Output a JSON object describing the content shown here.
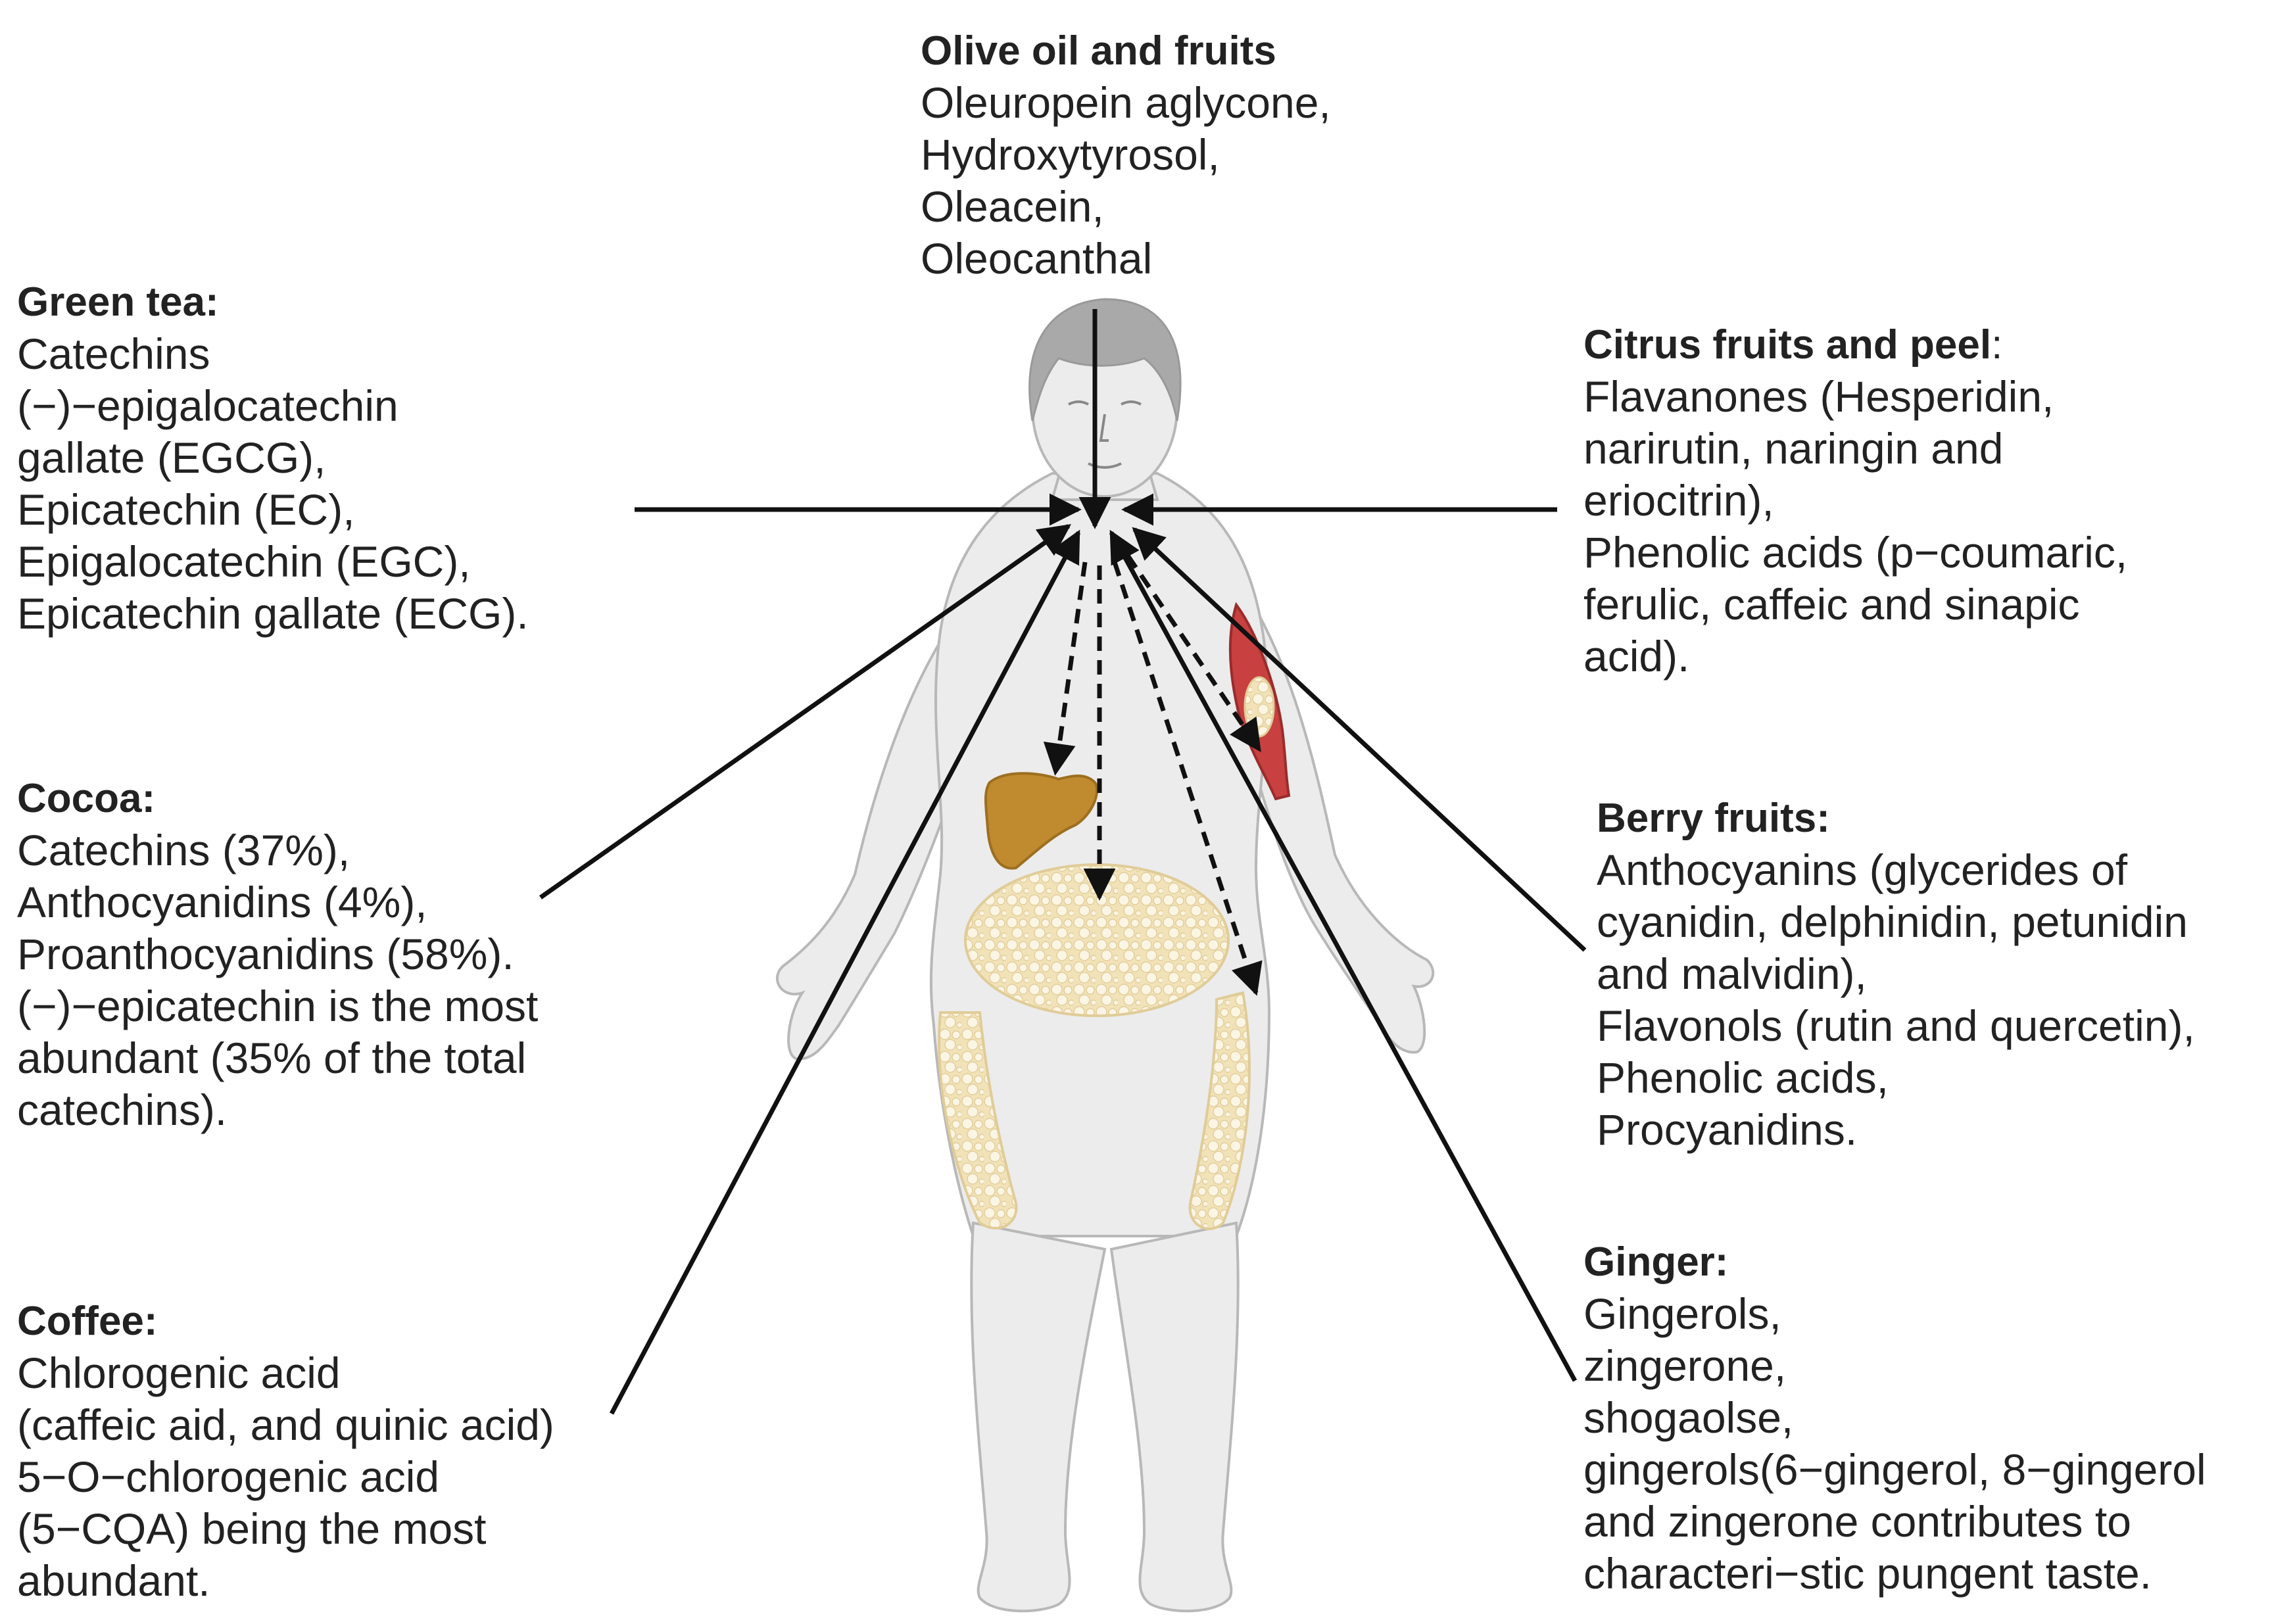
{
  "sources": {
    "olive": {
      "title": "Olive oil and fruits",
      "lines": [
        "Oleuropein aglycone,",
        "Hydroxytyrosol,",
        "Oleacein,",
        "Oleocanthal"
      ]
    },
    "green_tea": {
      "title": "Green tea:",
      "lines": [
        "Catechins",
        "(−)−epigalocatechin",
        "gallate (EGCG),",
        "Epicatechin (EC),",
        "Epigalocatechin (EGC),",
        "Epicatechin gallate (ECG)."
      ]
    },
    "citrus": {
      "title": "Citrus fruits and peel",
      "title_suffix": ":",
      "lines": [
        "Flavanones (Hesperidin,",
        "narirutin, naringin and",
        "eriocitrin),",
        "Phenolic acids (p−coumaric,",
        "ferulic, caffeic and sinapic",
        "acid)."
      ]
    },
    "cocoa": {
      "title": "Cocoa:",
      "lines": [
        "Catechins (37%),",
        "Anthocyanidins (4%),",
        "Proanthocyanidins (58%).",
        "(−)−epicatechin is the most",
        "abundant (35% of the total",
        "catechins)."
      ]
    },
    "berry": {
      "title": "Berry fruits:",
      "lines": [
        "Anthocyanins (glycerides of",
        "cyanidin, delphinidin, petunidin",
        "and malvidin),",
        "Flavonols (rutin and quercetin),",
        "Phenolic acids,",
        "Procyanidins."
      ]
    },
    "coffee": {
      "title": "Coffee:",
      "lines": [
        "Chlorogenic acid",
        "(caffeic aid, and quinic acid)",
        "5−O−chlorogenic acid",
        "(5−CQA) being the most",
        "abundant."
      ]
    },
    "ginger": {
      "title": "Ginger:",
      "lines": [
        "Gingerols,",
        "zingerone,",
        "shogaolse,",
        "gingerols(6−gingerol, 8−gingerol",
        "and zingerone contributes to",
        "characteri−stic pungent taste."
      ]
    }
  },
  "colors": {
    "body_fill": "#ececec",
    "body_outline": "#b8b8b8",
    "hair": "#a9a9a9",
    "liver": "#c08a2e",
    "fat_fill": "#f2e2b8",
    "fat_globule": "#fbf5e4",
    "muscle": "#c84040",
    "arrow": "#111111"
  },
  "icons": [
    "obese-body-figure",
    "liver-icon",
    "abdominal-fat-icon",
    "thigh-fat-icon",
    "arm-muscle-icon"
  ]
}
